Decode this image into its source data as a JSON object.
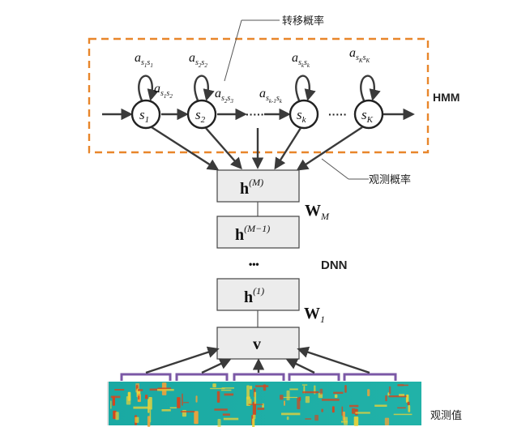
{
  "hmm": {
    "transition_label": "转移概率",
    "observation_label": "观测概率",
    "model_label": "HMM",
    "states": [
      {
        "base": "s",
        "sub": "1"
      },
      {
        "base": "s",
        "sub": "2"
      },
      {
        "base": "s",
        "sub": "k"
      },
      {
        "base": "s",
        "sub": "K"
      }
    ],
    "self_loops": [
      {
        "base": "a",
        "sub": "s",
        "s1": "1",
        "s2": "1"
      },
      {
        "base": "a",
        "sub": "s",
        "s1": "2",
        "s2": "2"
      },
      {
        "base": "a",
        "sub": "s",
        "s1": "k",
        "s2": "k"
      },
      {
        "base": "a",
        "sub": "s",
        "s1": "K",
        "s2": "K"
      }
    ],
    "transitions": [
      {
        "base": "a",
        "sub": "s",
        "s1": "1",
        "s2": "2"
      },
      {
        "base": "a",
        "sub": "s",
        "s1": "2",
        "s2": "3"
      },
      {
        "base": "a",
        "sub": "s",
        "s1": "k-1",
        "s2": "k"
      }
    ],
    "ellipsis": "·····",
    "ellipsis2": "·····"
  },
  "dnn": {
    "model_label": "DNN",
    "layers": [
      {
        "base": "h",
        "sup": "(M)"
      },
      {
        "base": "h",
        "sup": "(M−1)"
      },
      {
        "base": "h",
        "sup": "(1)"
      },
      {
        "base": "v",
        "sup": ""
      }
    ],
    "weights": [
      {
        "base": "W",
        "sub": "M"
      },
      {
        "base": "W",
        "sub": "1"
      }
    ],
    "dots": "•••"
  },
  "observations": {
    "label": "观测值",
    "frame_count": 5
  },
  "colors": {
    "hmm_border": "#e8862a",
    "arrow": "#3a3a3a",
    "box_fill": "#ececec",
    "bracket": "#7b58a6",
    "spec_low": "#18a7a0",
    "spec_mid": "#e7d13a",
    "spec_high": "#d4461e"
  }
}
